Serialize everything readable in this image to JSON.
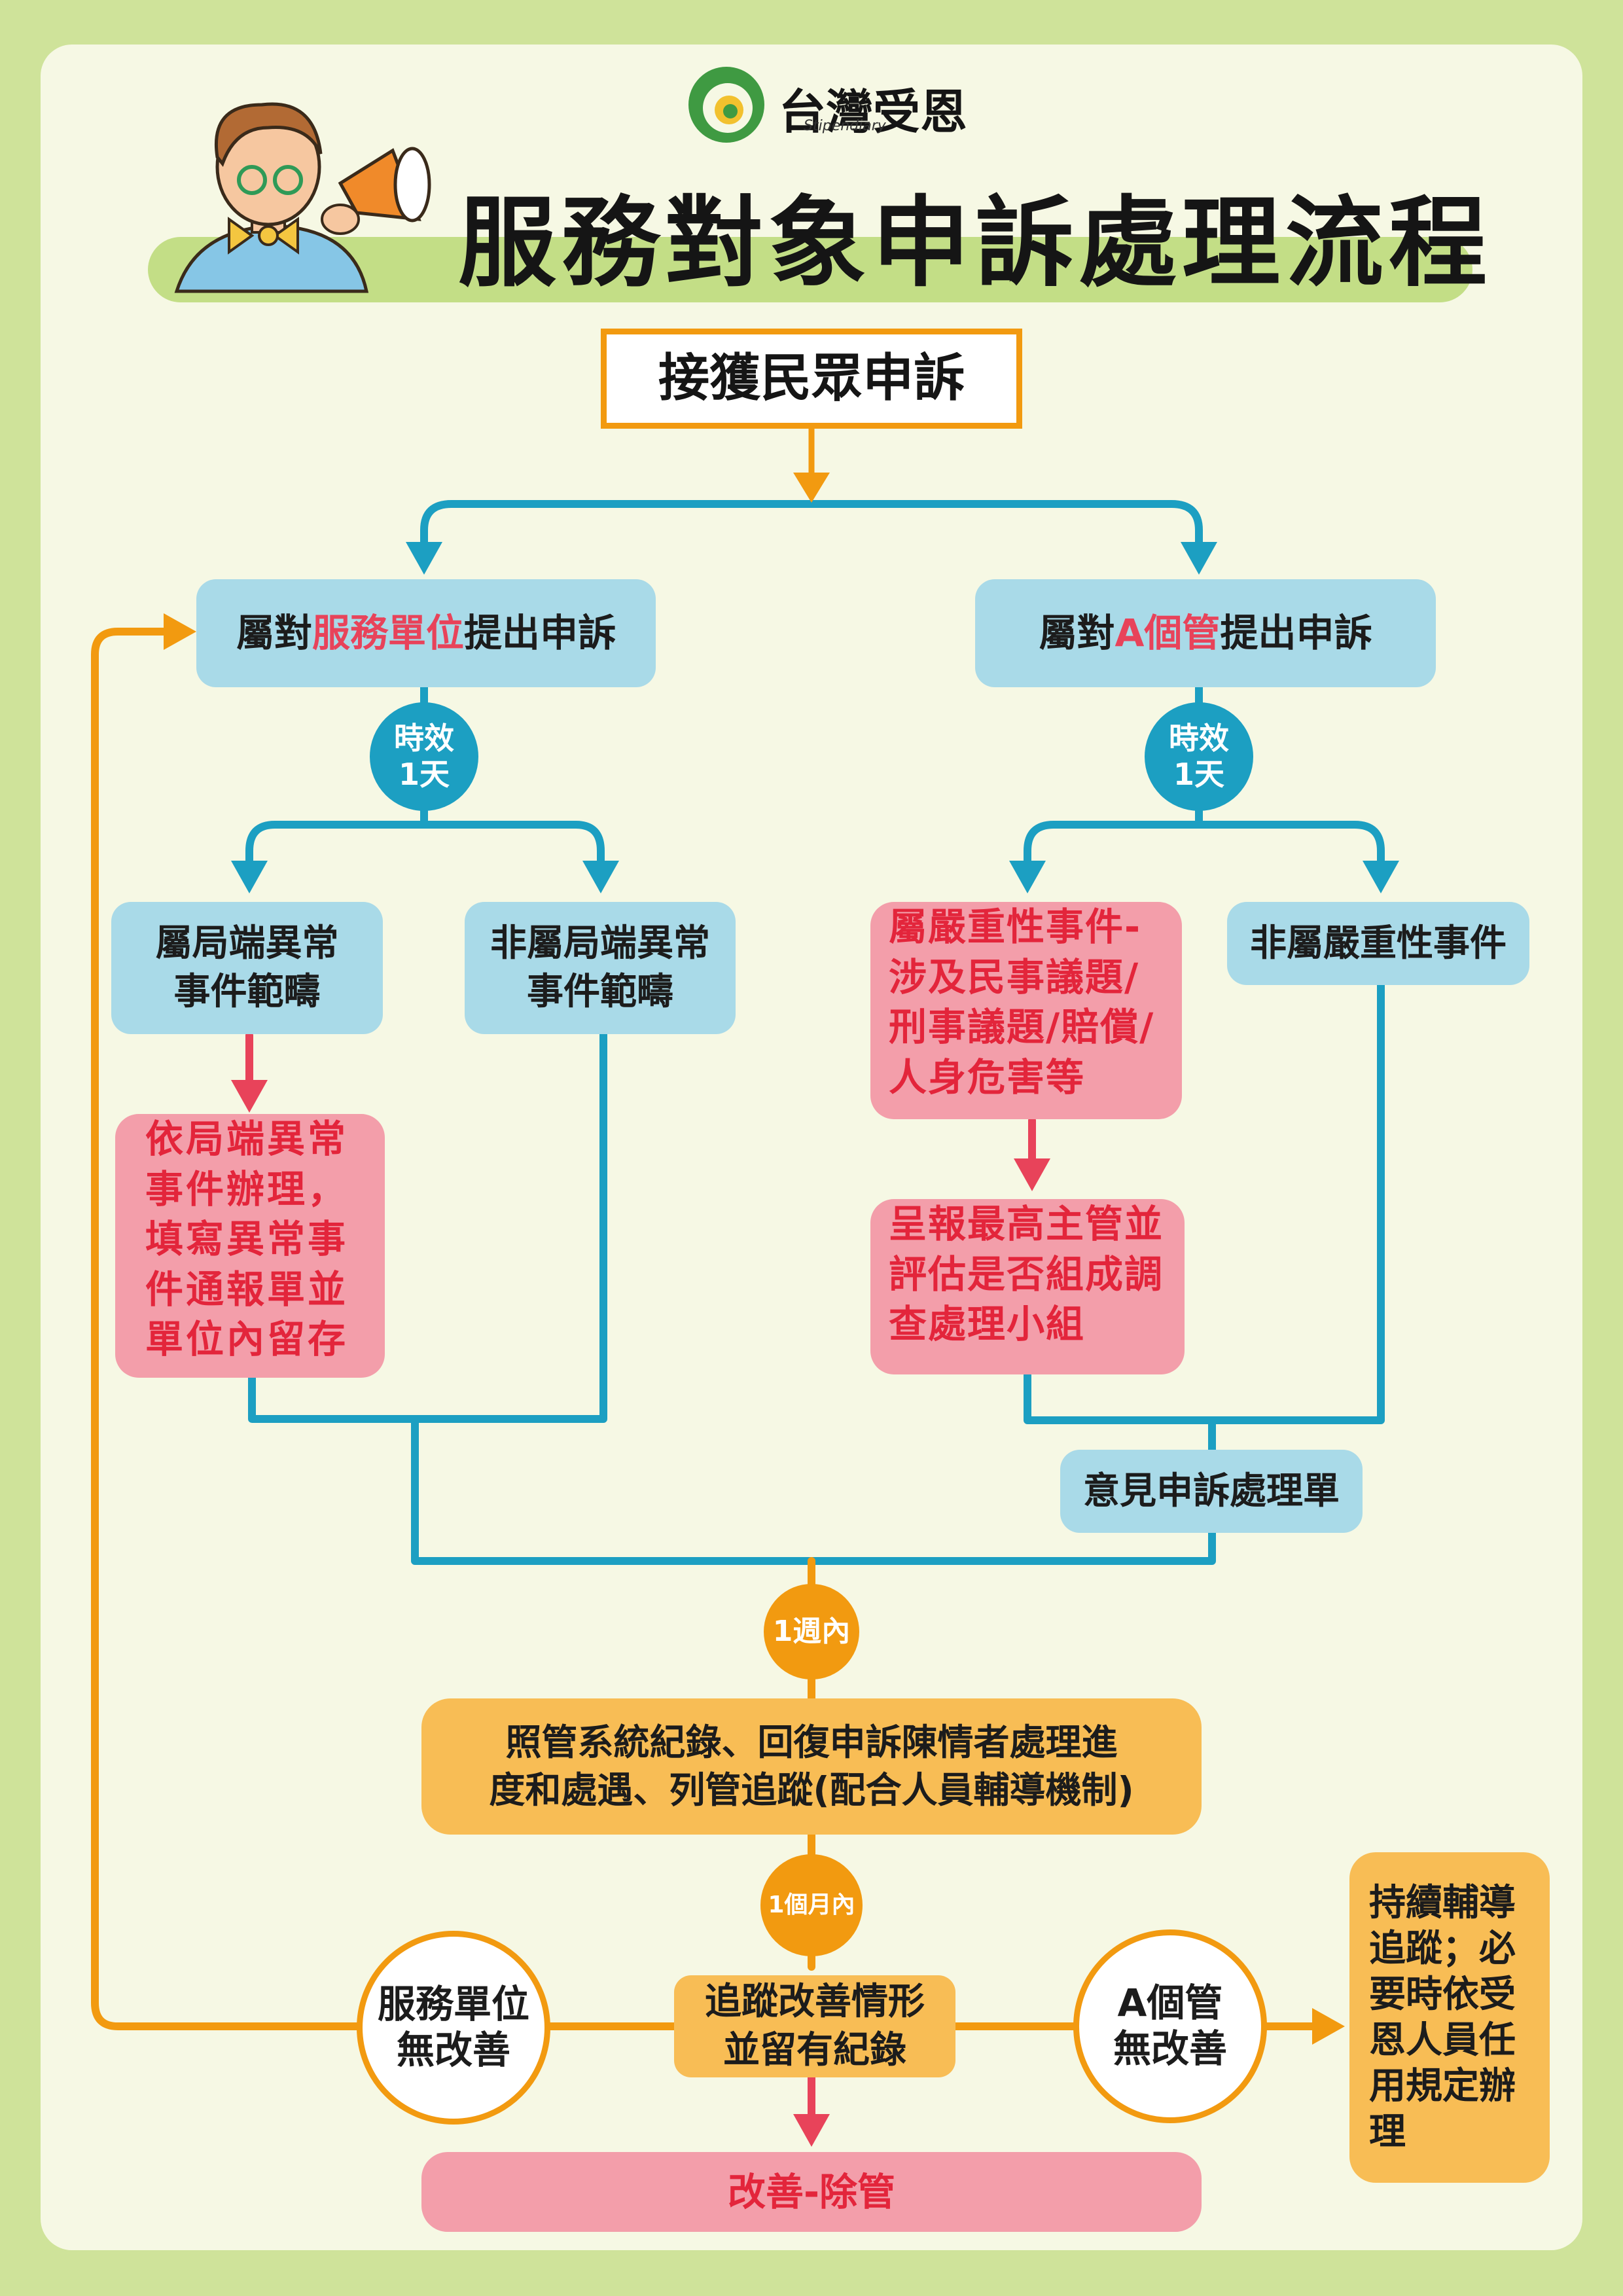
{
  "header": {
    "logo_text": "台灣受恩",
    "logo_subtext": "Stipendiary",
    "title": "服務對象申訴處理流程"
  },
  "flow": {
    "start": "接獲民眾申訴",
    "left_branch": {
      "prefix": "屬對",
      "highlight": "服務單位",
      "suffix": "提出申訴"
    },
    "right_branch": {
      "prefix": "屬對",
      "highlight": "A個管",
      "suffix": "提出申訴"
    },
    "deadline_left": [
      "時效",
      "1天"
    ],
    "deadline_right": [
      "時效",
      "1天"
    ],
    "left_local": [
      "屬局端異常",
      "事件範疇"
    ],
    "left_nonlocal": [
      "非屬局端異常",
      "事件範疇"
    ],
    "left_local_action": [
      "依局端異常",
      "事件辦理，",
      "填寫異常事",
      "件通報單並",
      "單位內留存"
    ],
    "right_serious": [
      "屬嚴重性事件-",
      "涉及民事議題/",
      "刑事議題/賠償/",
      "人身危害等"
    ],
    "right_nonserious": "非屬嚴重性事件",
    "right_serious_action": [
      "呈報最高主管並",
      "評估是否組成調",
      "查處理小組"
    ],
    "opinion_form": "意見申訴處理單",
    "within_week": "1週內",
    "record_reply": [
      "照管系統紀錄、回復申訴陳情者處理進",
      "度和處遇、列管追蹤(配合人員輔導機制)"
    ],
    "within_month": "1個月內",
    "track": [
      "追蹤改善情形",
      "並留有紀錄"
    ],
    "unit_no_improve": [
      "服務單位",
      "無改善"
    ],
    "a_no_improve": [
      "A個管",
      "無改善"
    ],
    "continue_guidance": [
      "持續輔導",
      "追蹤；必",
      "要時依受",
      "恩人員任",
      "用規定辦",
      "理"
    ],
    "resolved": "改善-除管"
  },
  "colors": {
    "background": "#cfe39a",
    "panel": "#f6f8e4",
    "line_blue": "#1c9fc2",
    "line_orange": "#f29a10",
    "line_red": "#e8435a",
    "box_blue": "#a9dae8",
    "box_pink": "#f39eaa",
    "box_orange": "#f8bd55",
    "title_bar": "#c3de86"
  }
}
